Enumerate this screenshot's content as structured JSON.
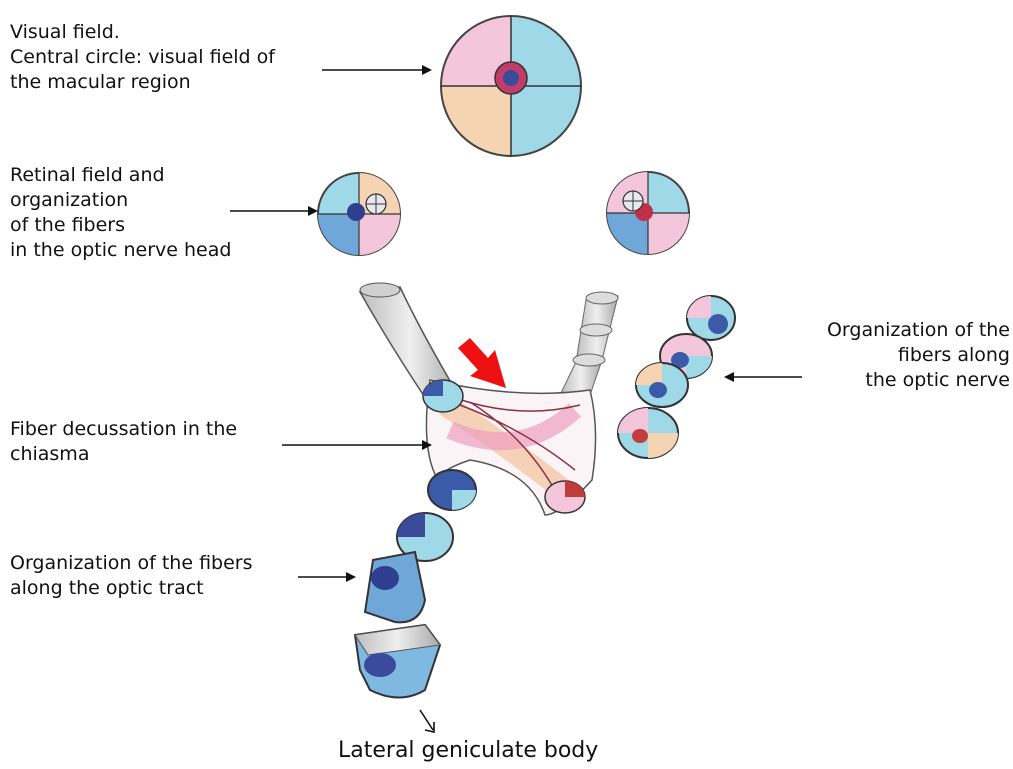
{
  "labels": {
    "visual_field": [
      "Visual field.",
      "Central circle: visual field of",
      "the macular region"
    ],
    "retinal_field": [
      "Retinal field and",
      "organization",
      "of the fibers",
      "in the optic nerve head"
    ],
    "optic_nerve": [
      "Organization of the",
      "fibers along",
      "the optic nerve"
    ],
    "chiasma": [
      "Fiber decussation in the",
      "chiasma"
    ],
    "optic_tract": [
      "Organization of the fibers",
      "along the optic tract"
    ],
    "lgb": "Lateral geniculate body"
  },
  "colors": {
    "pink": "#f4c6dc",
    "peach": "#f5d4b3",
    "blue": "#9fd8e6",
    "dark_blue": "#3b5ba8",
    "red_arrow": "#ee1111",
    "outline": "#444444"
  }
}
